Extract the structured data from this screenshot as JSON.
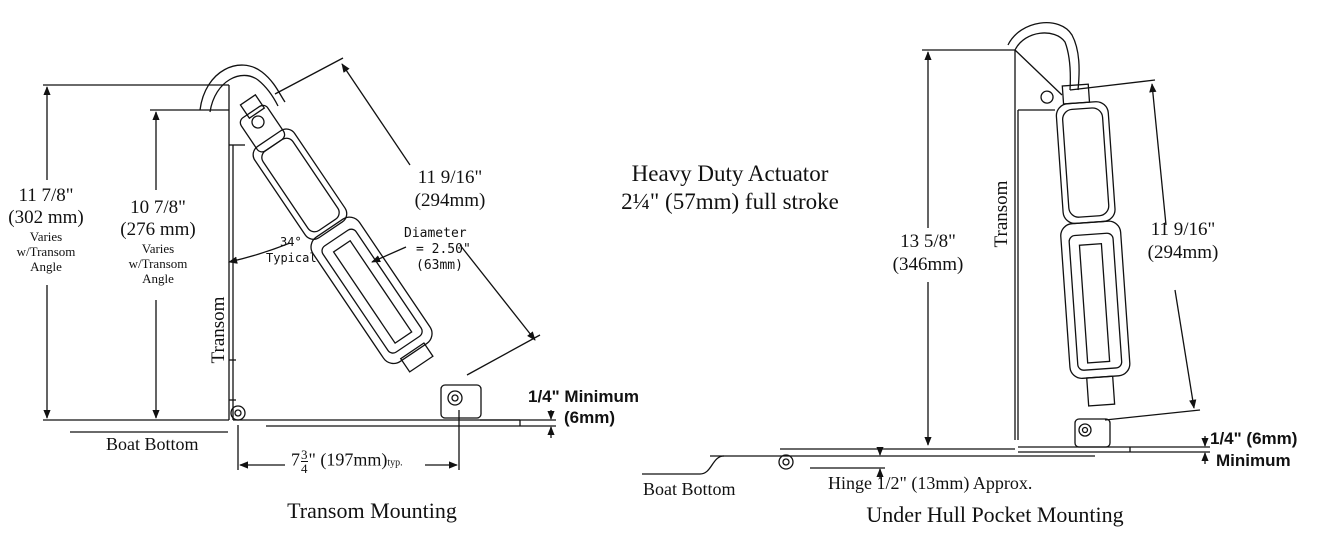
{
  "center_title": {
    "line1": "Heavy Duty Actuator",
    "line2": "2¼\" (57mm) full stroke"
  },
  "left_view": {
    "caption": "Transom Mounting",
    "overall_height": {
      "imperial": "11 7/8\"",
      "metric": "(302 mm)",
      "note1": "Varies",
      "note2": "w/Transom",
      "note3": "Angle"
    },
    "mount_height": {
      "imperial": "10 7/8\"",
      "metric": "(276 mm)",
      "note1": "Varies",
      "note2": "w/Transom",
      "note3": "Angle"
    },
    "actuator_length": {
      "imperial": "11 9/16\"",
      "metric": "(294mm)"
    },
    "angle": {
      "value": "34°",
      "note": "Typical"
    },
    "diameter": {
      "label": "Diameter",
      "value": "= 2.50\"",
      "metric": "(63mm)"
    },
    "transom_label": "Transom",
    "boat_bottom_label": "Boat Bottom",
    "minimum": {
      "imperial": "1/4\" Minimum",
      "metric": "(6mm)"
    },
    "offset": {
      "whole": "7",
      "num": "3",
      "den": "4",
      "rest": "\" (197mm)",
      "suffix": "typ."
    }
  },
  "right_view": {
    "caption": "Under Hull Pocket Mounting",
    "overall_height": {
      "imperial": "13 5/8\"",
      "metric": "(346mm)"
    },
    "actuator_length": {
      "imperial": "11 9/16\"",
      "metric": "(294mm)"
    },
    "transom_label": "Transom",
    "boat_bottom_label": "Boat Bottom",
    "hinge_label": "Hinge 1/2\" (13mm) Approx.",
    "minimum": {
      "imperial": "1/4\" (6mm)",
      "word": "Minimum"
    }
  },
  "colors": {
    "ink": "#111111",
    "background": "#ffffff"
  }
}
